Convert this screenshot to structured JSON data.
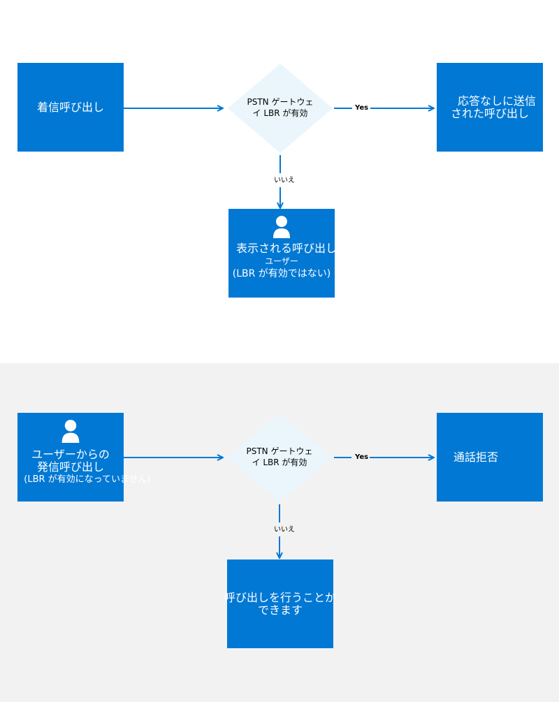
{
  "colors": {
    "box_fill": "#0078d4",
    "box_text": "#ffffff",
    "diamond_fill": "#eaf6fc",
    "connector": "#0078d4",
    "bottom_panel_bg": "#f2f2f2"
  },
  "icons": {
    "person": "person-icon"
  },
  "top_flow": {
    "start_box": {
      "label": "着信呼び出し"
    },
    "decision": {
      "line1": "PSTN ゲートウェ",
      "line2": "イ LBR が有効"
    },
    "yes_label": "Yes",
    "no_label": "いいえ",
    "yes_box": {
      "line1": "応答なしに送信",
      "line2": "された呼び出し"
    },
    "no_box": {
      "line1": "表示される呼び出し",
      "line2": "ユーザー",
      "line3": "(LBR が有効ではない)"
    }
  },
  "bottom_flow": {
    "start_box": {
      "line1": "ユーザーからの",
      "line2": "発信呼び出し",
      "line3": "(LBR が有効になっていません)"
    },
    "decision": {
      "line1": "PSTN ゲートウェ",
      "line2": "イ LBR が有効"
    },
    "yes_label": "Yes",
    "no_label": "いいえ",
    "yes_box": {
      "label": "通話拒否"
    },
    "no_box": {
      "line1": "呼び出しを行うことが",
      "line2": "できます"
    }
  }
}
